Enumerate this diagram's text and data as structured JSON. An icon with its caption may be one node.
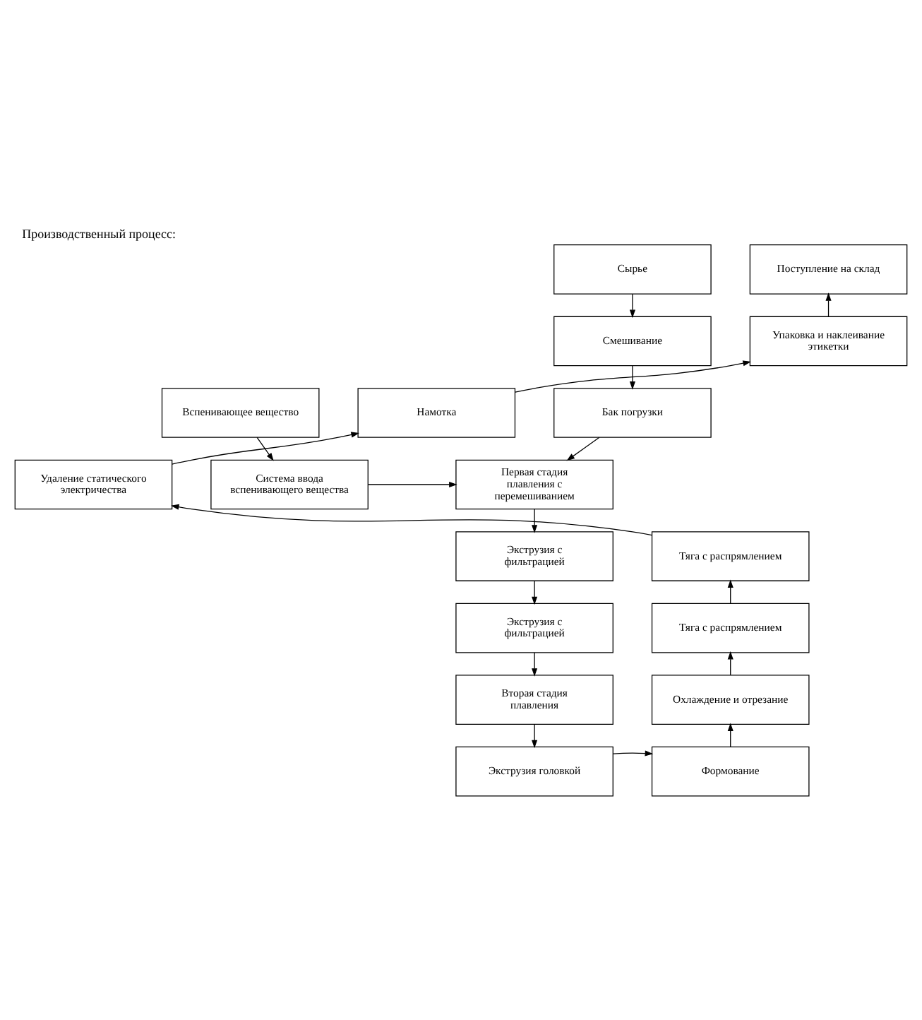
{
  "diagram": {
    "title": "Производственный процесс:",
    "nodes": [
      {
        "text": [
          "Сырье"
        ]
      },
      {
        "text": [
          "Смешивание"
        ]
      },
      {
        "text": [
          "Бак погрузки"
        ]
      },
      {
        "text": [
          "Первая стадия плавления с перемешиванием"
        ]
      },
      {
        "text": [
          "Экструзия с фильтрацией"
        ]
      },
      {
        "text": [
          "Экструзия с фильтрацией"
        ]
      },
      {
        "text": [
          "Вторая стадия плавления"
        ]
      },
      {
        "text": [
          "Экструзия головкой"
        ]
      },
      {
        "text": [
          "Формование"
        ]
      },
      {
        "text": [
          "Охлаждение и отрезание"
        ]
      },
      {
        "text": [
          "Тяга с распрямлением"
        ]
      },
      {
        "text": [
          "Тяга с распрямлением"
        ]
      },
      {
        "text": [
          "Удаление статического электричества"
        ]
      },
      {
        "text": [
          "Намотка"
        ]
      },
      {
        "text": [
          "Упаковка и наклеивание этикетки"
        ]
      },
      {
        "text": [
          "Поступление на склад"
        ]
      },
      {
        "text": [
          "Вспенивающее вещество"
        ]
      },
      {
        "text": [
          "Система ввода вспенивающего вещества"
        ]
      }
    ],
    "edges": [
      {
        "from": 0,
        "to": 1,
        "arrow": "to"
      },
      {
        "from": 1,
        "to": 2,
        "arrow": "to"
      },
      {
        "from": 2,
        "to": 3,
        "arrow": "to"
      },
      {
        "from": 3,
        "to": 4,
        "arrow": "to"
      },
      {
        "from": 4,
        "to": 5,
        "arrow": "to"
      },
      {
        "from": 5,
        "to": 6,
        "arrow": "to"
      },
      {
        "from": 6,
        "to": 7,
        "arrow": "to"
      },
      {
        "from": 7,
        "to": 8,
        "arrow": "to"
      },
      {
        "from": 8,
        "to": 9,
        "arrow": "to"
      },
      {
        "from": 9,
        "to": 10,
        "arrow": "to"
      },
      {
        "from": 10,
        "to": 11,
        "arrow": "to"
      },
      {
        "from": 11,
        "to": 12,
        "arrow": "to"
      },
      {
        "from": 12,
        "to": 13,
        "arrow": "to"
      },
      {
        "from": 13,
        "to": 14,
        "arrow": "to"
      },
      {
        "from": 14,
        "to": 15,
        "arrow": "to"
      },
      {
        "from": 16,
        "to": 17,
        "arrow": "to"
      },
      {
        "from": 17,
        "to": 3,
        "arrow": "to"
      }
    ]
  }
}
